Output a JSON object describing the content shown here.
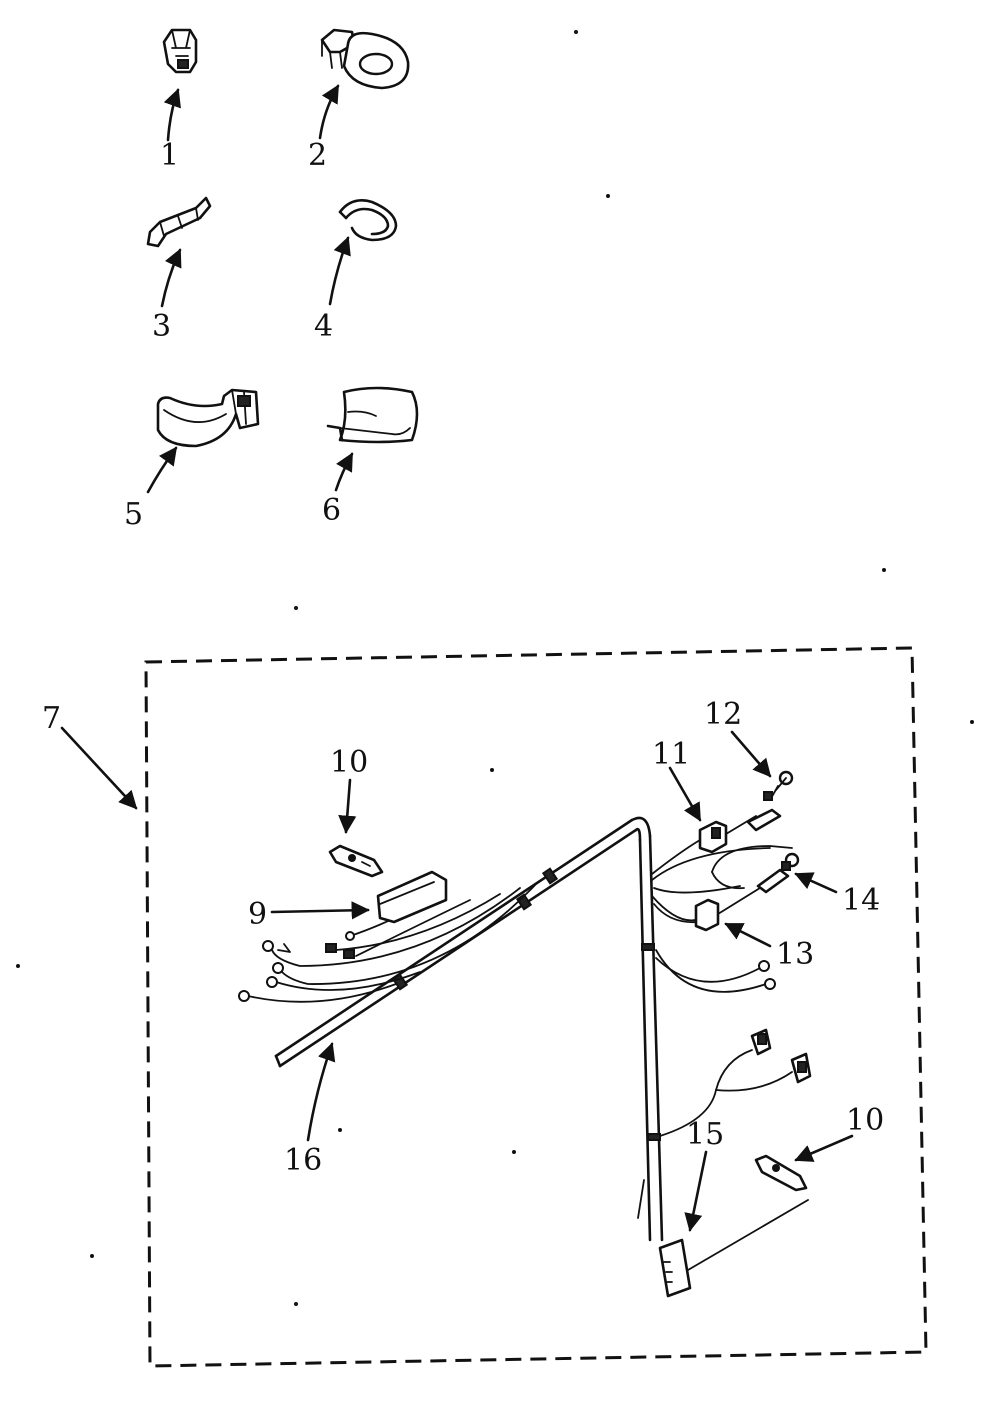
{
  "callouts": {
    "c1": "1",
    "c2": "2",
    "c3": "3",
    "c4": "4",
    "c5": "5",
    "c6": "6",
    "c7": "7",
    "c9": "9",
    "c10a": "10",
    "c10b": "10",
    "c11": "11",
    "c12": "12",
    "c13": "13",
    "c14": "14",
    "c15": "15",
    "c16": "16"
  }
}
